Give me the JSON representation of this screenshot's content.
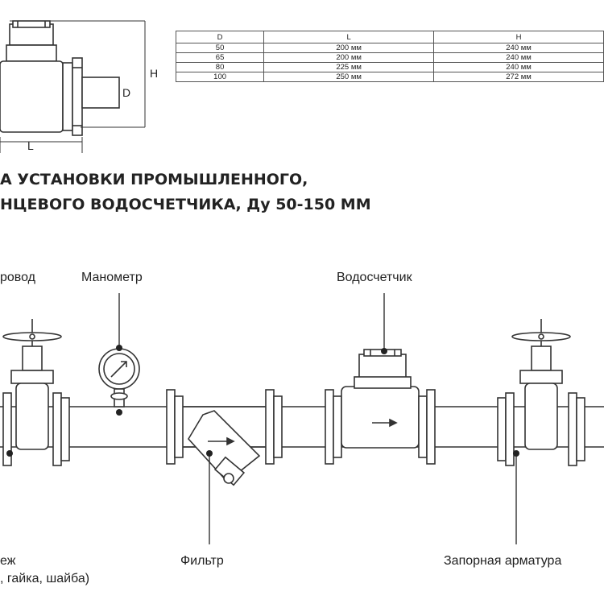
{
  "dims_table": {
    "headers": [
      "D",
      "L",
      "H"
    ],
    "rows": [
      [
        "50",
        "200 мм",
        "240 мм"
      ],
      [
        "65",
        "200 мм",
        "240 мм"
      ],
      [
        "80",
        "225 мм",
        "240 мм"
      ],
      [
        "100",
        "250 мм",
        "272 мм"
      ]
    ]
  },
  "drawing_labels": {
    "H": "H",
    "D": "D",
    "L": "L"
  },
  "title": {
    "line1": "А УСТАНОВКИ ПРОМЫШЛЕННОГО,",
    "line2": "НЦЕВОГО ВОДОСЧЕТЧИКА, Ду 50-150 ММ"
  },
  "callouts": {
    "pipeline": "ровод",
    "manometer": "Манометр",
    "meter": "Водосчетчик",
    "flange": "еж",
    "flange_sub": ", гайка, шайба)",
    "filter": "Фильтр",
    "valve": "Запорная арматура"
  }
}
